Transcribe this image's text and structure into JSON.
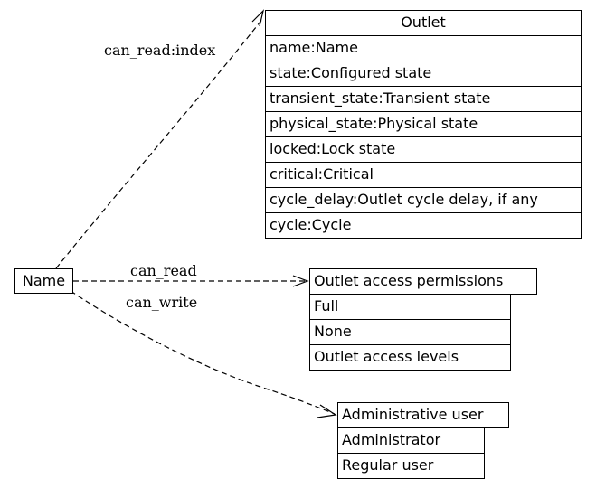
{
  "source_node": {
    "label": "Name"
  },
  "outlet": {
    "title": "Outlet",
    "fields": [
      "name:Name",
      "state:Configured state",
      "transient_state:Transient state",
      "physical_state:Physical state",
      "locked:Lock state",
      "critical:Critical",
      "cycle_delay:Outlet cycle delay, if any",
      "cycle:Cycle"
    ]
  },
  "permissions": {
    "title": "Outlet access permissions",
    "fields": [
      "Full",
      "None",
      "Outlet access levels"
    ]
  },
  "admin": {
    "title": "Administrative user",
    "fields": [
      "Administrator",
      "Regular user"
    ]
  },
  "edges": {
    "can_read_index": "can_read:index",
    "can_read": "can_read",
    "can_write": "can_write"
  }
}
